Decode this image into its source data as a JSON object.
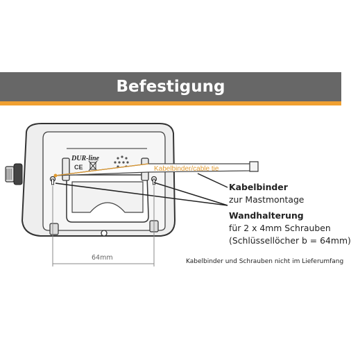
{
  "banner": {
    "title": "Befestigung",
    "color": "#676767",
    "stripe_color": "#f0a030"
  },
  "device": {
    "brand": "DUR-line",
    "ce_mark": "CE"
  },
  "callouts": {
    "cable_tie_tag": "Kabelbinder/cable tie",
    "kabelbinder": {
      "title": "Kabelbinder",
      "subtitle": "zur Mastmontage"
    },
    "wandhalterung": {
      "title": "Wandhalterung",
      "line1": "für 2 x 4mm Schrauben",
      "line2": "(Schlüssellöcher b = 64mm)"
    }
  },
  "dimension": {
    "label": "64mm"
  },
  "note": "Kabelbinder und Schrauben nicht im Lieferumfang"
}
